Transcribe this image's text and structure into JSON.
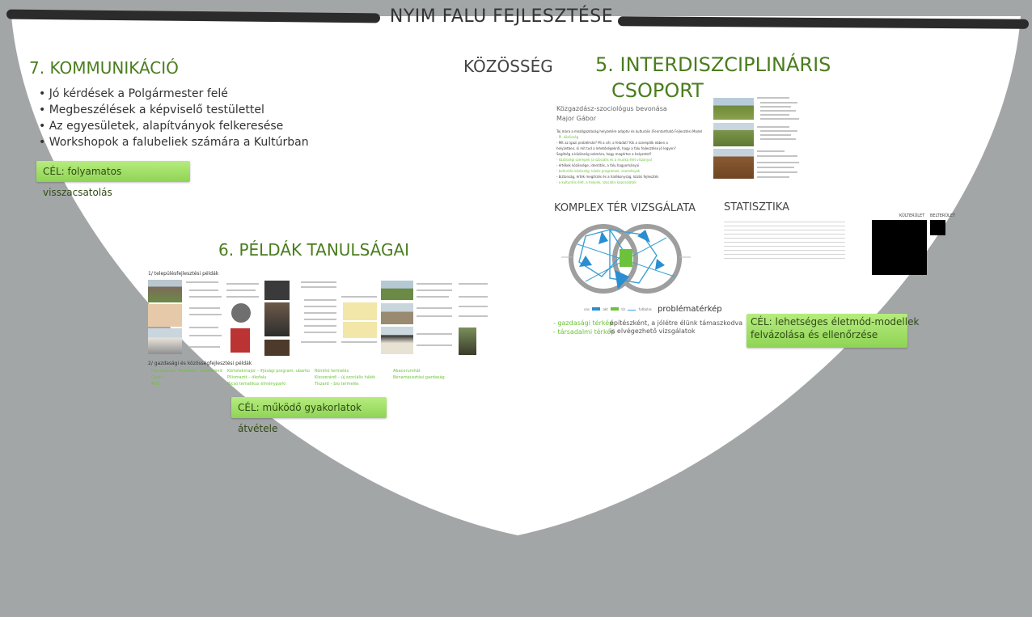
{
  "title": "NYIM FALU FEJLESZTÉSE",
  "communication": {
    "heading": "7. KOMMUNIKÁCIÓ",
    "items": [
      "Jó kérdések a Polgármester felé",
      "Megbeszélések a képviselő testülettel",
      "Az egyesületek, alapítványok felkeresése",
      "Workshopok a falubeliek számára a Kultúrban"
    ],
    "goal": "CÉL: folyamatos visszacsatolás"
  },
  "community": {
    "label": "KÖZÖSSÉG"
  },
  "interdisciplinary": {
    "heading_line1": "5. INTERDISZCIPLINÁRIS",
    "heading_line2": "CSOPORT",
    "doc_title_line1": "Közgazdász-szociológus bevonása",
    "doc_title_line2": "Major Gábor",
    "doc_text": [
      "Tej mára a mezőgazdaság helyzetére adaptív és kulturális (Fenntartható Fejlesztési Modell)",
      "- Pl. közösség",
      "- Mit az igazi problémák? Mi a cél, a feladat? Kik a szereplők ebben a",
      "helyzetben, ki mit tud a lehetőségekről, hogy a falu fejlesztése jó legyen?",
      "Segítség a közösség számára, hogy megértse a helyzetet?",
      "- közösségi szerepek (a szociális és a munka élet viszonya)",
      "- értékek közössége, identitás, a falu hagyományai",
      "- kulturális közösség: közös programok, események",
      "- biztonság, érték megőrzés és a hatékonyság, közös fejlesztés",
      "- a kulturális élet, a helyiek, szociális kapcsolatok"
    ]
  },
  "complex": {
    "heading": "KOMPLEX TÉR VIZSGÁLATA",
    "map_label": "problématérkép",
    "items": [
      "gazdasági térkép",
      "társadalmi térkép"
    ],
    "desc_line1": "építészként, a jólétre élünk támaszkodva",
    "desc_line2": "is elvégezhető vizsgálatok",
    "legend": [
      "vas",
      "akt",
      "tiz",
      "futbolas"
    ]
  },
  "statistics": {
    "heading": "STATISZTIKA",
    "labels": [
      "KÜLTERÜLET",
      "BELTERÜLET"
    ]
  },
  "goal_5": {
    "line1": "CÉL: lehetséges életmód-modellek",
    "line2": "felvázolása és ellenőrzése"
  },
  "examples": {
    "heading": "6. PÉLDÁK TANULSÁGAI",
    "subtitle1": "1/ településfejlesztési példák",
    "subtitle2": "2/ gazdasági és közösségfejlesztési példák",
    "list_col1": [
      "Hernádbakó Vandmes – Gazdarend",
      "Gyula",
      "Alsó"
    ],
    "list_col2": [
      "Kórtelekmajor – ifjúsági program, ubarko",
      "Pilismarót – ökofalu",
      "Bicsó tematikus élményparki"
    ],
    "list_col3": [
      "Rönkhó termelés",
      "Kisszerárdi – új szociális hálók",
      "Tiszard – bio termelés"
    ],
    "list_col4": [
      "Abacorumhát",
      "Bénampusztási gazdaság"
    ],
    "goal": "CÉL: működő gyakorlatok átvétele"
  },
  "colors": {
    "arc": "#a3a6a7",
    "heading_green": "#4a7d1e",
    "goal_green": "#8fd455",
    "text_green": "#6cc23a"
  }
}
